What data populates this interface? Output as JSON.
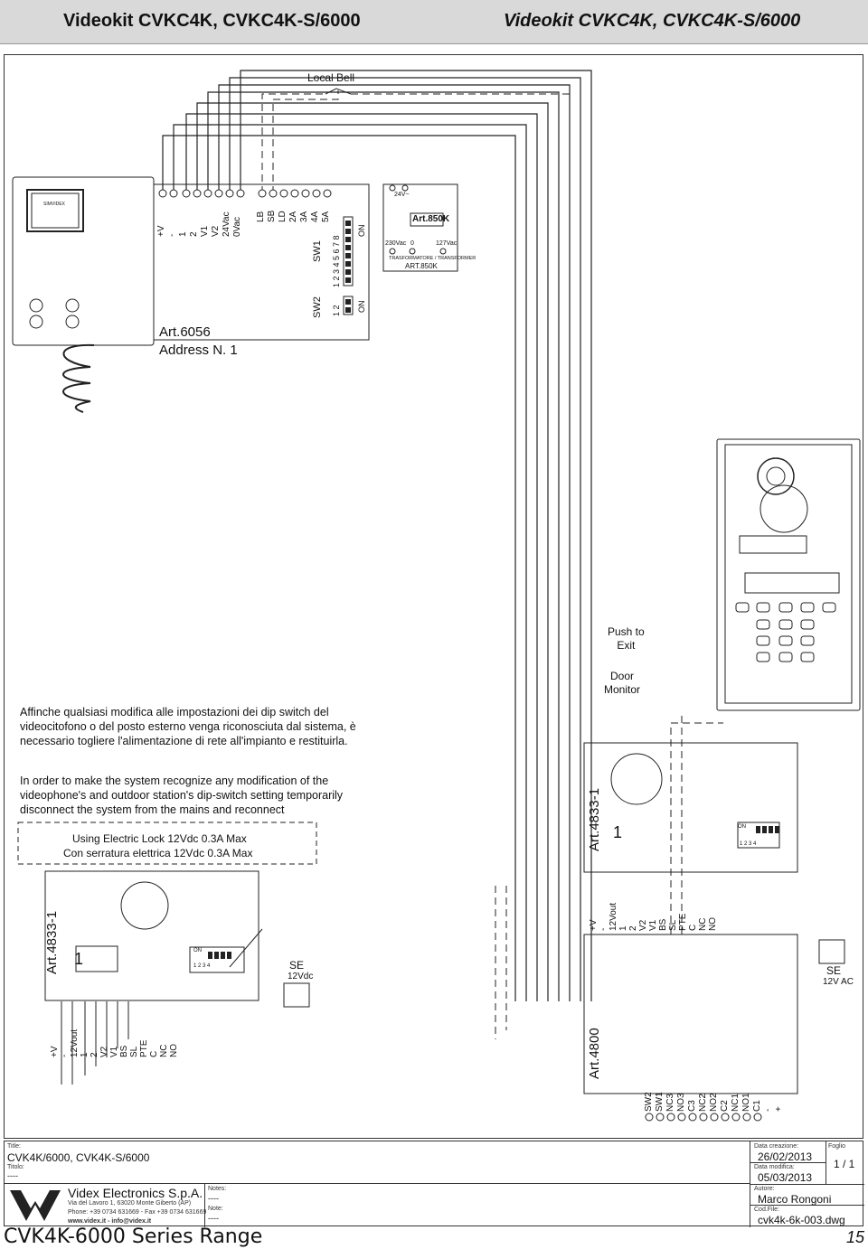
{
  "header": {
    "title_left": "Videokit CVKC4K, CVKC4K-S/6000",
    "title_right": "Videokit CVKC4K, CVKC4K-S/6000"
  },
  "diagram": {
    "local_bell": "Local Bell",
    "monitor": {
      "article": "Art.6056",
      "address": "Address N. 1",
      "brand": "SIMVIDEX"
    },
    "monitor_terminals": [
      "+V",
      "-",
      "1",
      "2",
      "V1",
      "V2",
      "24Vac",
      "0Vac",
      "LB",
      "SB",
      "LD",
      "2A",
      "3A",
      "4A",
      "5A"
    ],
    "sw1": {
      "label": "SW1",
      "on": "ON",
      "numbers": "1 2 3 4 5 6 7 8"
    },
    "sw2": {
      "label": "SW2",
      "on": "ON",
      "numbers": "1 2"
    },
    "transformer": {
      "article": "Art.850K",
      "top_label": "24V~",
      "in_230": "230Vac",
      "in_0": "0",
      "out_127": "127Vac",
      "name": "TRASFORMATORE / TRANSFORMER",
      "name_article": "ART.850K"
    },
    "push_to_exit": "Push to\nExit",
    "door_monitor": "Door\nMonitor",
    "note_it": "Affinche qualsiasi modifica alle impostazioni dei dip switch del videocitofono o del posto esterno venga riconosciuta dal sistema, è necessario togliere l'alimentazione di rete all'impianto e restituirla.",
    "note_en": "In order to make the system recognize any modification of the videophone's and outdoor station's dip-switch setting temporarily disconnect the system from the mains and reconnect",
    "lock_note_en": "Using Electric Lock 12Vdc 0.3A Max",
    "lock_note_it": "Con serratura elettrica 12Vdc 0.3A Max",
    "module_left": {
      "article": "Art.4833-1",
      "number": "1",
      "dip_on": "ON",
      "dip_numbers": "1 2 3 4",
      "terminals": [
        "+V",
        "-",
        "12Vout",
        "1",
        "2",
        "V2",
        "V1",
        "BS",
        "SL",
        "PTE",
        "C",
        "NC",
        "NO"
      ]
    },
    "module_right": {
      "article": "Art.4833-1",
      "number": "1",
      "dip_on": "ON",
      "dip_numbers": "1 2 3 4",
      "terminals": [
        "+V",
        "-",
        "12Vout",
        "1",
        "2",
        "V2",
        "V1",
        "BS",
        "SL",
        "PTE",
        "C",
        "NC",
        "NO"
      ]
    },
    "se_left": {
      "label": "SE",
      "sub": "12Vdc"
    },
    "se_right": {
      "label": "SE",
      "sub": "12V AC"
    },
    "power_unit": {
      "article": "Art.4800",
      "terminals": [
        "SW2",
        "SW1",
        "NC3",
        "NO3",
        "C3",
        "NC2",
        "NO2",
        "C2",
        "NC1",
        "NO1",
        "C1",
        "-",
        "+"
      ]
    }
  },
  "title_block": {
    "title_label": "Title:",
    "title_value": "CVK4K/6000, CVK4K-S/6000",
    "titolo_label": "Titolo:",
    "titolo_value": "----",
    "company": "Videx Electronics S.p.A.",
    "address": "Via del Lavoro 1, 63020 Monte Giberto (AP)",
    "phone": "Phone: +39 0734 631669 - Fax +39 0734 631669",
    "web": "www.videx.it - info@videx.it",
    "notes_label": "Notes:",
    "notes_value": "----",
    "note_label": "Note:",
    "note_value": "----",
    "created_label": "Data creazione:",
    "created_value": "26/02/2013",
    "modified_label": "Data modifica:",
    "modified_value": "05/03/2013",
    "author_label": "Autore:",
    "author_value": "Marco Rongoni",
    "file_label": "Cod.File:",
    "file_value": "cvk4k-6k-003.dwg",
    "sheet_label": "Foglio",
    "sheet_value": "1 / 1"
  },
  "footer": {
    "series": "CVK4K-6000 Series Range",
    "page": "15"
  }
}
